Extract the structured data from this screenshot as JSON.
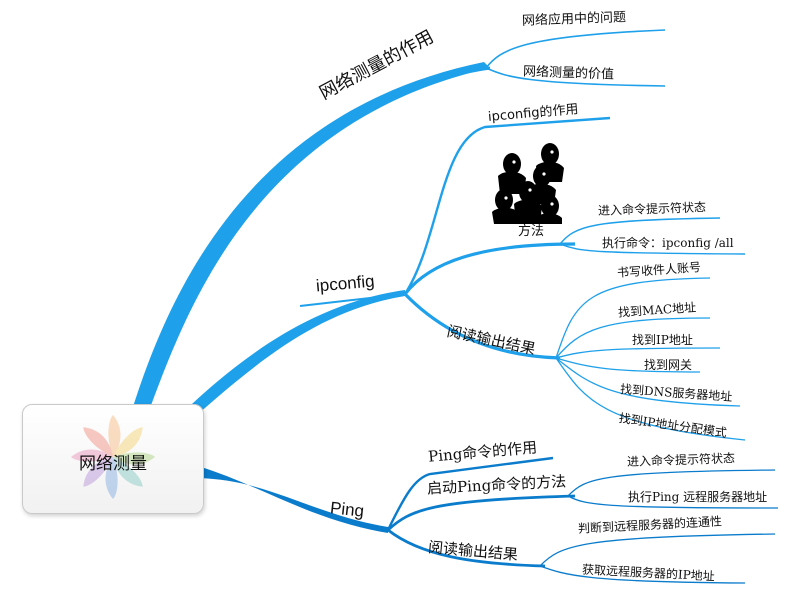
{
  "root": {
    "label": "网络测量"
  },
  "branch1": {
    "label": "网络测量的作用",
    "children": [
      "网络应用中的问题",
      "网络测量的价值"
    ]
  },
  "branch2": {
    "label": "ipconfig",
    "role": "ipconfig的作用",
    "method": {
      "label": "方法",
      "icon": "people-group-icon",
      "children": [
        "进入命令提示符状态",
        "执行命令：ipconfig /all"
      ]
    },
    "read": {
      "label": "阅读输出结果",
      "children": [
        "书写收件人账号",
        "找到MAC地址",
        "找到IP地址",
        "找到网关",
        "找到DNS服务器地址",
        "找到IP地址分配模式"
      ]
    }
  },
  "branch3": {
    "label": "Ping",
    "role": "Ping命令的作用",
    "start": {
      "label": "启动Ping命令的方法",
      "children": [
        "进入命令提示符状态",
        "执行Ping 远程服务器地址"
      ]
    },
    "read": {
      "label": "阅读输出结果",
      "children": [
        "判断到远程服务器的连通性",
        "获取远程服务器的IP地址"
      ]
    }
  },
  "colors": {
    "branch_light": "#1fa0ea",
    "branch_dark": "#0b7ccc",
    "root_border": "#c9c9c9"
  }
}
